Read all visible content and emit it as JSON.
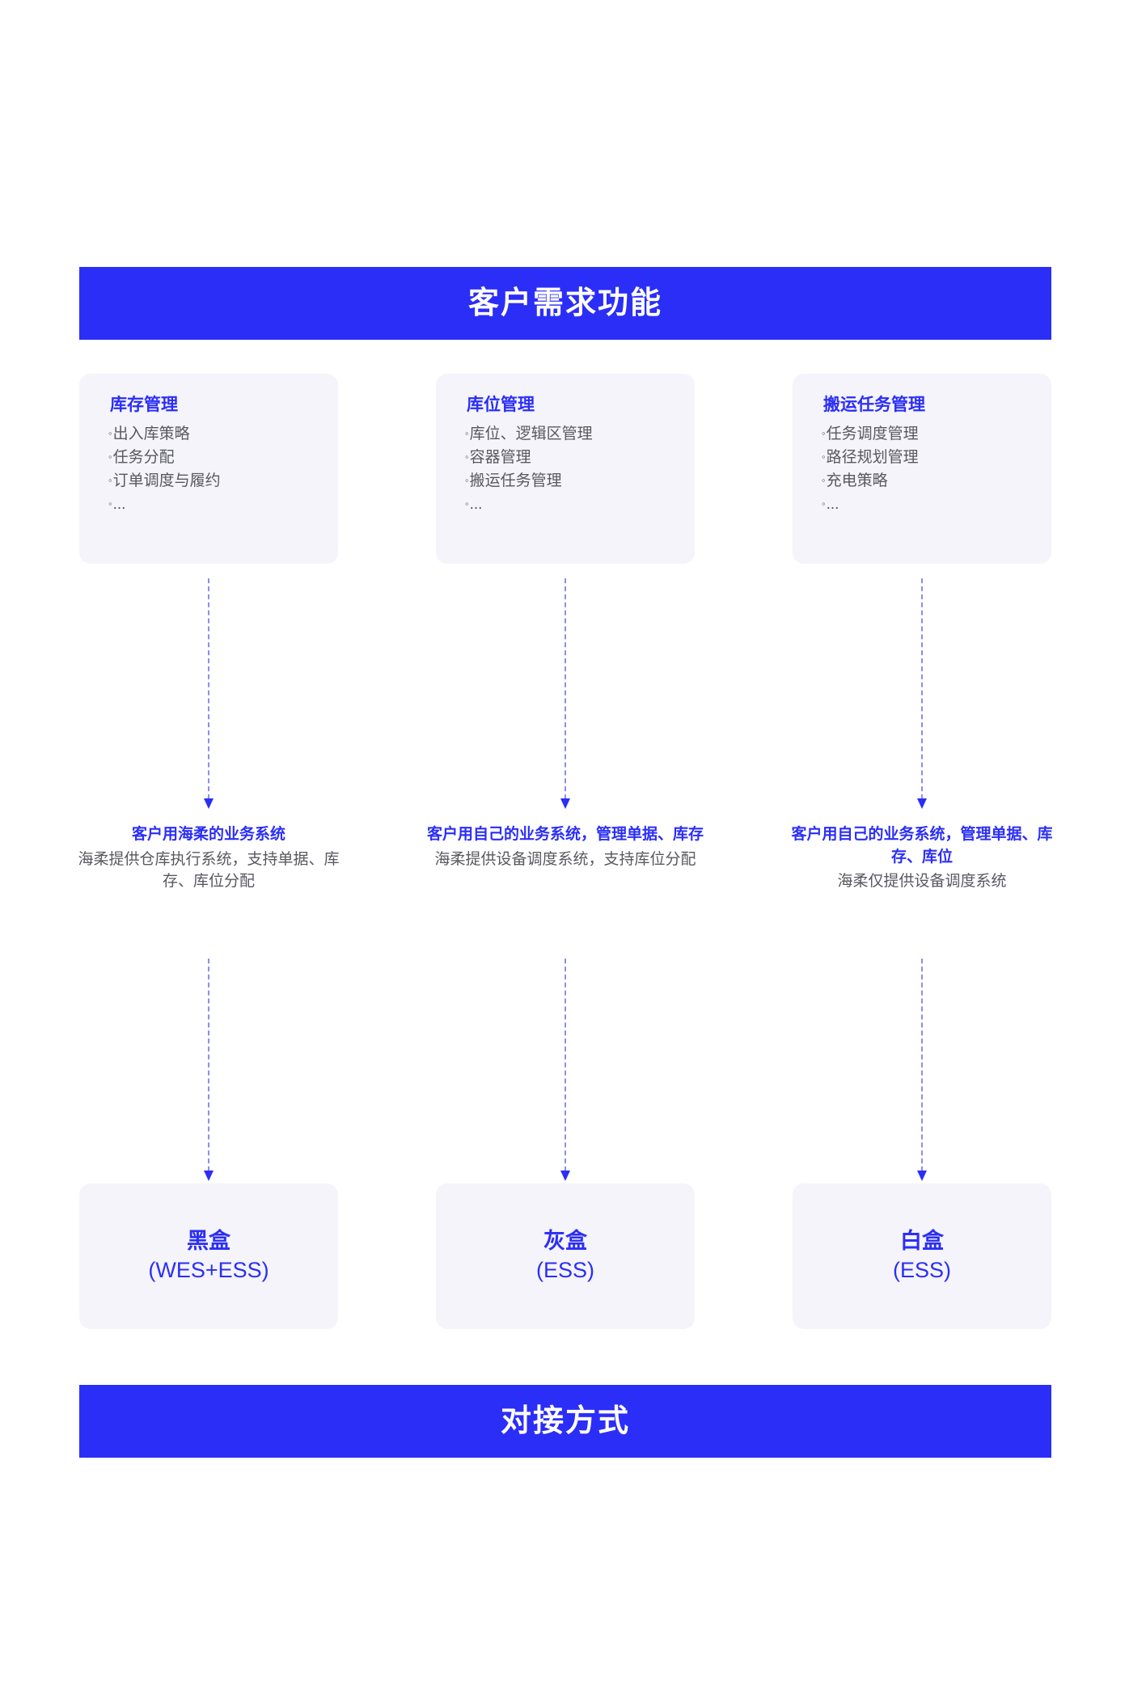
{
  "header_banner": {
    "title": "客户需求功能"
  },
  "footer_banner": {
    "title": "对接方式"
  },
  "bullet_glyph": "◦",
  "colors": {
    "brand_blue": "#2B2EF7",
    "card_bg": "#F4F4FA",
    "body_text": "#58585F",
    "dash_line": "#8C8CF2",
    "banner_text": "#FFFFFF"
  },
  "columns": [
    {
      "card": {
        "title": "库存管理",
        "items": [
          "出入库策略",
          "任务分配",
          "订单调度与履约",
          "..."
        ]
      },
      "middle": {
        "title": "客户用海柔的业务系统",
        "subtitle": "海柔提供仓库执行系统，支持单据、库存、库位分配"
      },
      "result": {
        "name": "黑盒",
        "code": "(WES+ESS)"
      }
    },
    {
      "card": {
        "title": "库位管理",
        "items": [
          "库位、逻辑区管理",
          "容器管理",
          "搬运任务管理",
          "..."
        ]
      },
      "middle": {
        "title": "客户用自己的业务系统，管理单据、库存",
        "subtitle": "海柔提供设备调度系统，支持库位分配"
      },
      "result": {
        "name": "灰盒",
        "code": "(ESS)"
      }
    },
    {
      "card": {
        "title": "搬运任务管理",
        "items": [
          "任务调度管理",
          "路径规划管理",
          "充电策略",
          "..."
        ]
      },
      "middle": {
        "title": "客户用自己的业务系统，管理单据、库存、库位",
        "subtitle": "海柔仅提供设备调度系统"
      },
      "result": {
        "name": "白盒",
        "code": "(ESS)"
      }
    }
  ]
}
